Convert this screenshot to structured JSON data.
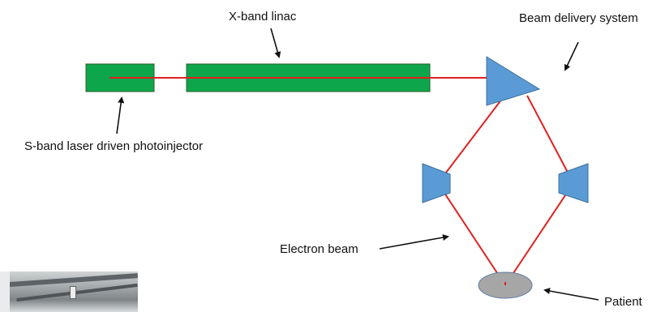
{
  "labels": {
    "xband": "X-band linac",
    "bds": "Beam delivery system",
    "sband": "S-band laser driven photoinjector",
    "electron": "Electron beam",
    "patient": "Patient"
  },
  "colors": {
    "linac": "#0ea64b",
    "magnet": "#5b9bd5",
    "magnet_stroke": "#3d6f9e",
    "beam": "#e02020",
    "patient": "#a6a6a6",
    "patient_stroke": "#5b7fa6",
    "arrow": "#111111"
  },
  "icons": {
    "photo": "accelerator-hall-photo"
  }
}
